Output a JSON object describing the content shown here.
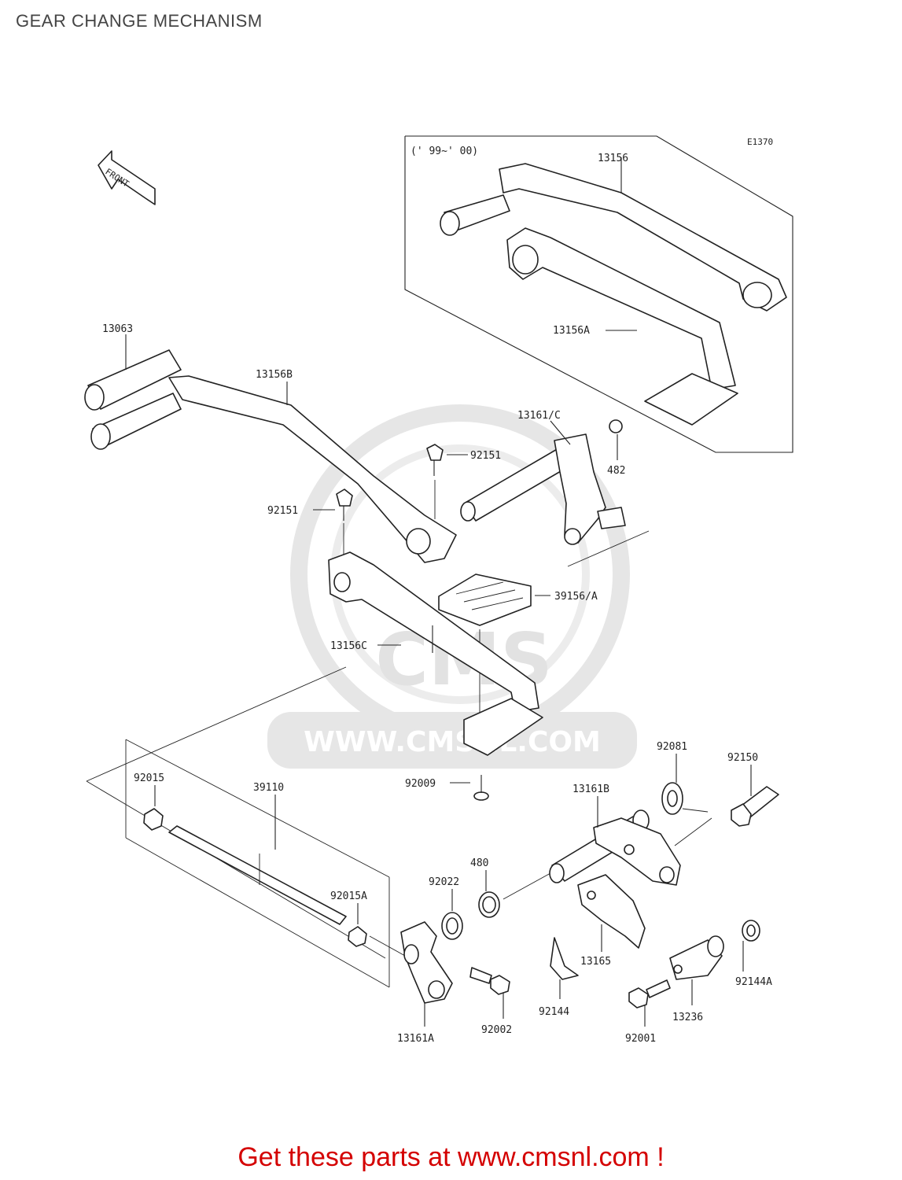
{
  "title": "GEAR CHANGE MECHANISM",
  "diagram_code": "E1370",
  "variant_note": "(' 99~' 00)",
  "front_arrow_label": "FRONT",
  "watermark": {
    "brand": "CMS",
    "url": "WWW.CMSNL.COM"
  },
  "part_labels": {
    "p13156": "13156",
    "p13156A": "13156A",
    "p13063": "13063",
    "p13156B": "13156B",
    "p13161C": "13161/C",
    "p482": "482",
    "p92151_a": "92151",
    "p92151_b": "92151",
    "p39156A": "39156/A",
    "p13156C": "13156C",
    "p92081": "92081",
    "p92150": "92150",
    "p92015": "92015",
    "p39110": "39110",
    "p92009": "92009",
    "p13161B": "13161B",
    "p480": "480",
    "p92022": "92022",
    "p92015A": "92015A",
    "p13165": "13165",
    "p92144": "92144",
    "p92144A": "92144A",
    "p13236": "13236",
    "p92001": "92001",
    "p92002": "92002",
    "p13161A": "13161A"
  },
  "footer": "Get these parts at www.cmsnl.com !",
  "colors": {
    "footer": "#d40000",
    "watermark": "#e3e3e3"
  }
}
